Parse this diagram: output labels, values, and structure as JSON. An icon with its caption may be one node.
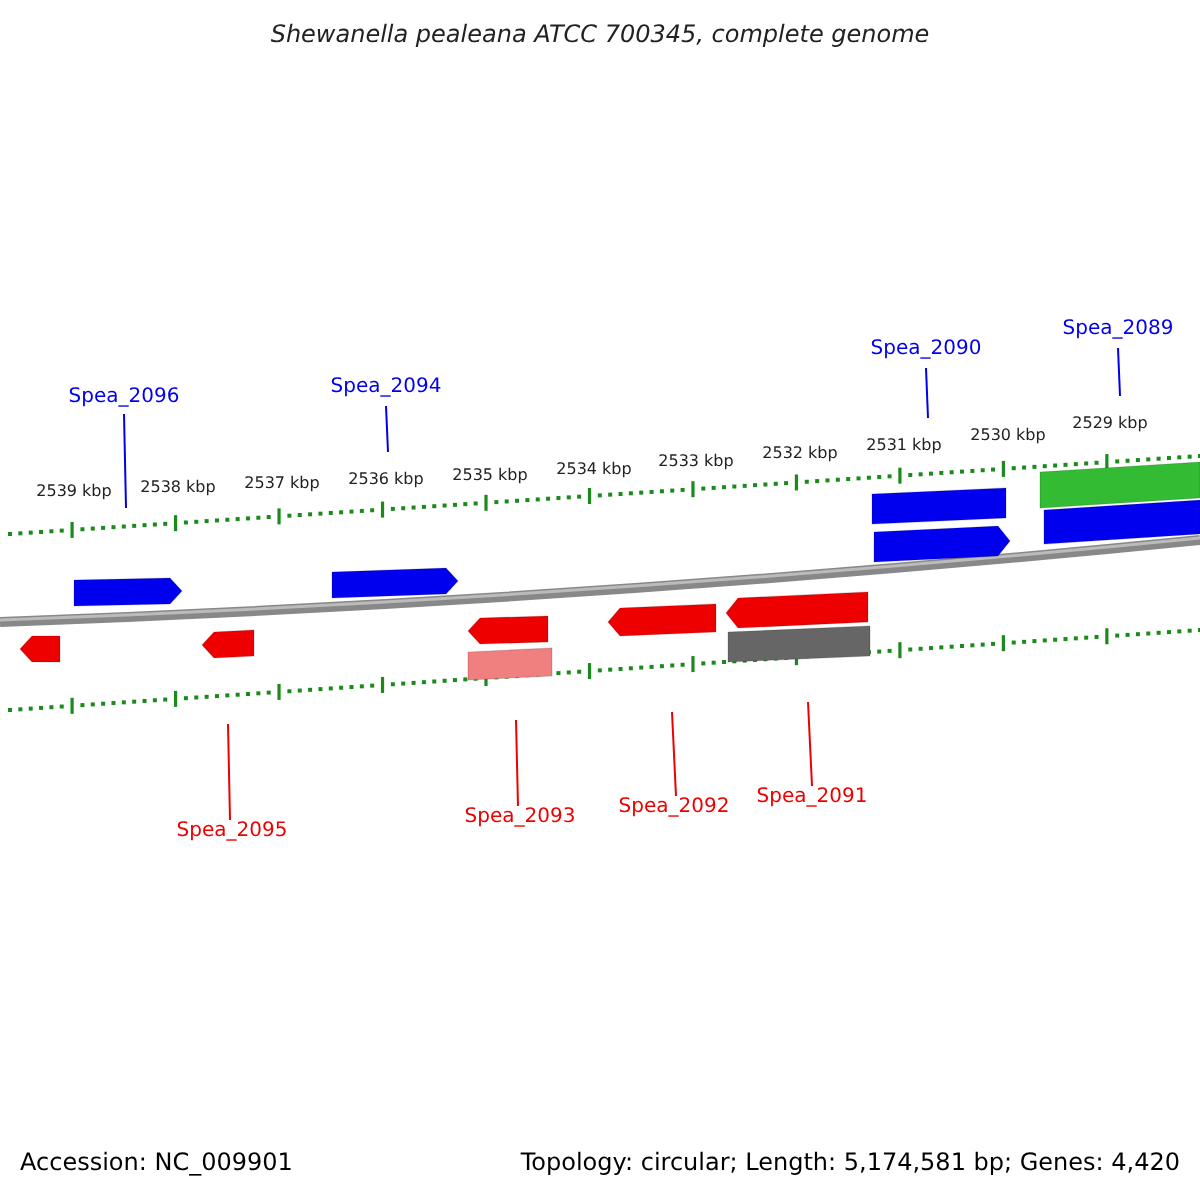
{
  "diagram": {
    "title": "Shewanella pealeana ATCC 700345, complete genome",
    "nodes": [
      {
        "text": [
          "Spea_2096"
        ]
      },
      {
        "text": [
          "Spea_2094"
        ]
      },
      {
        "text": [
          "Spea_2090"
        ]
      },
      {
        "text": [
          "Spea_2089"
        ]
      },
      {
        "text": [
          "Spea_2095"
        ]
      },
      {
        "text": [
          "Spea_2093"
        ]
      },
      {
        "text": [
          "Spea_2092"
        ]
      },
      {
        "text": [
          "Spea_2091"
        ]
      }
    ],
    "edges": [
      {
        "from": 0,
        "to": null,
        "arrow": "none"
      },
      {
        "from": 1,
        "to": null,
        "arrow": "none"
      },
      {
        "from": 2,
        "to": null,
        "arrow": "none"
      },
      {
        "from": 3,
        "to": null,
        "arrow": "none"
      },
      {
        "from": 4,
        "to": null,
        "arrow": "none",
        "color": "#ee0000"
      },
      {
        "from": 5,
        "to": null,
        "arrow": "none",
        "color": "#ee0000"
      },
      {
        "from": 6,
        "to": null,
        "arrow": "none",
        "color": "#ee0000"
      },
      {
        "from": 7,
        "to": null,
        "arrow": "none",
        "color": "#ee0000"
      }
    ],
    "labels": [
      "2539 kbp",
      "2538 kbp",
      "2537 kbp",
      "2536 kbp",
      "2535 kbp",
      "2534 kbp",
      "2533 kbp",
      "2532 kbp",
      "2531 kbp",
      "2530 kbp",
      "2529 kbp",
      "Accession: NC_009901",
      "Topology: circular; Length: 5,174,581 bp; Genes: 4,420"
    ]
  }
}
